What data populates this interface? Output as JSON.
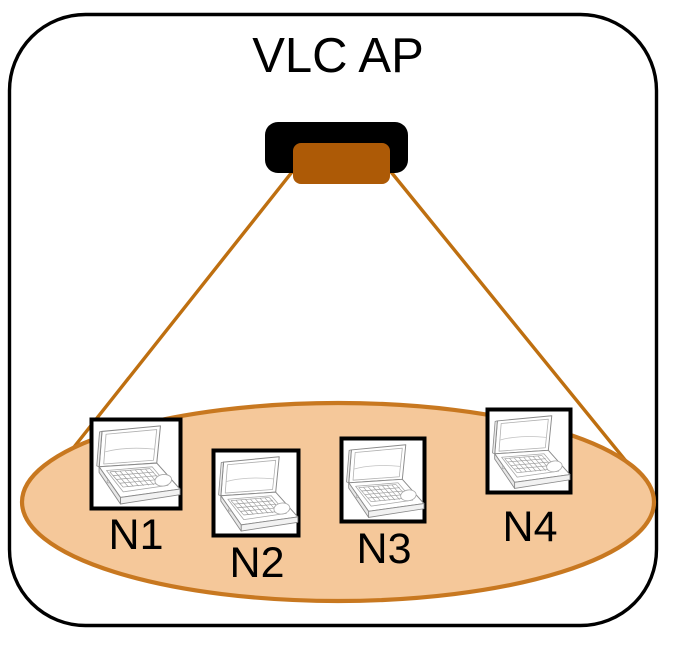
{
  "diagram": {
    "title": "VLC AP",
    "access_point": {
      "name": "vlc-access-point",
      "base_color": "#000000",
      "emitter_color": "#AD5A06"
    },
    "coverage_area": {
      "name": "illumination-footprint",
      "fill_color": "#F5C89A",
      "stroke_color": "#C87820"
    },
    "light_cone": {
      "name": "light-cone",
      "stroke_color": "#BE6F10"
    },
    "outer_frame": {
      "stroke_color": "#000000"
    },
    "nodes": [
      {
        "id": "N1",
        "label": "N1",
        "icon": "laptop-icon"
      },
      {
        "id": "N2",
        "label": "N2",
        "icon": "laptop-icon"
      },
      {
        "id": "N3",
        "label": "N3",
        "icon": "laptop-icon"
      },
      {
        "id": "N4",
        "label": "N4",
        "icon": "laptop-icon"
      }
    ]
  }
}
